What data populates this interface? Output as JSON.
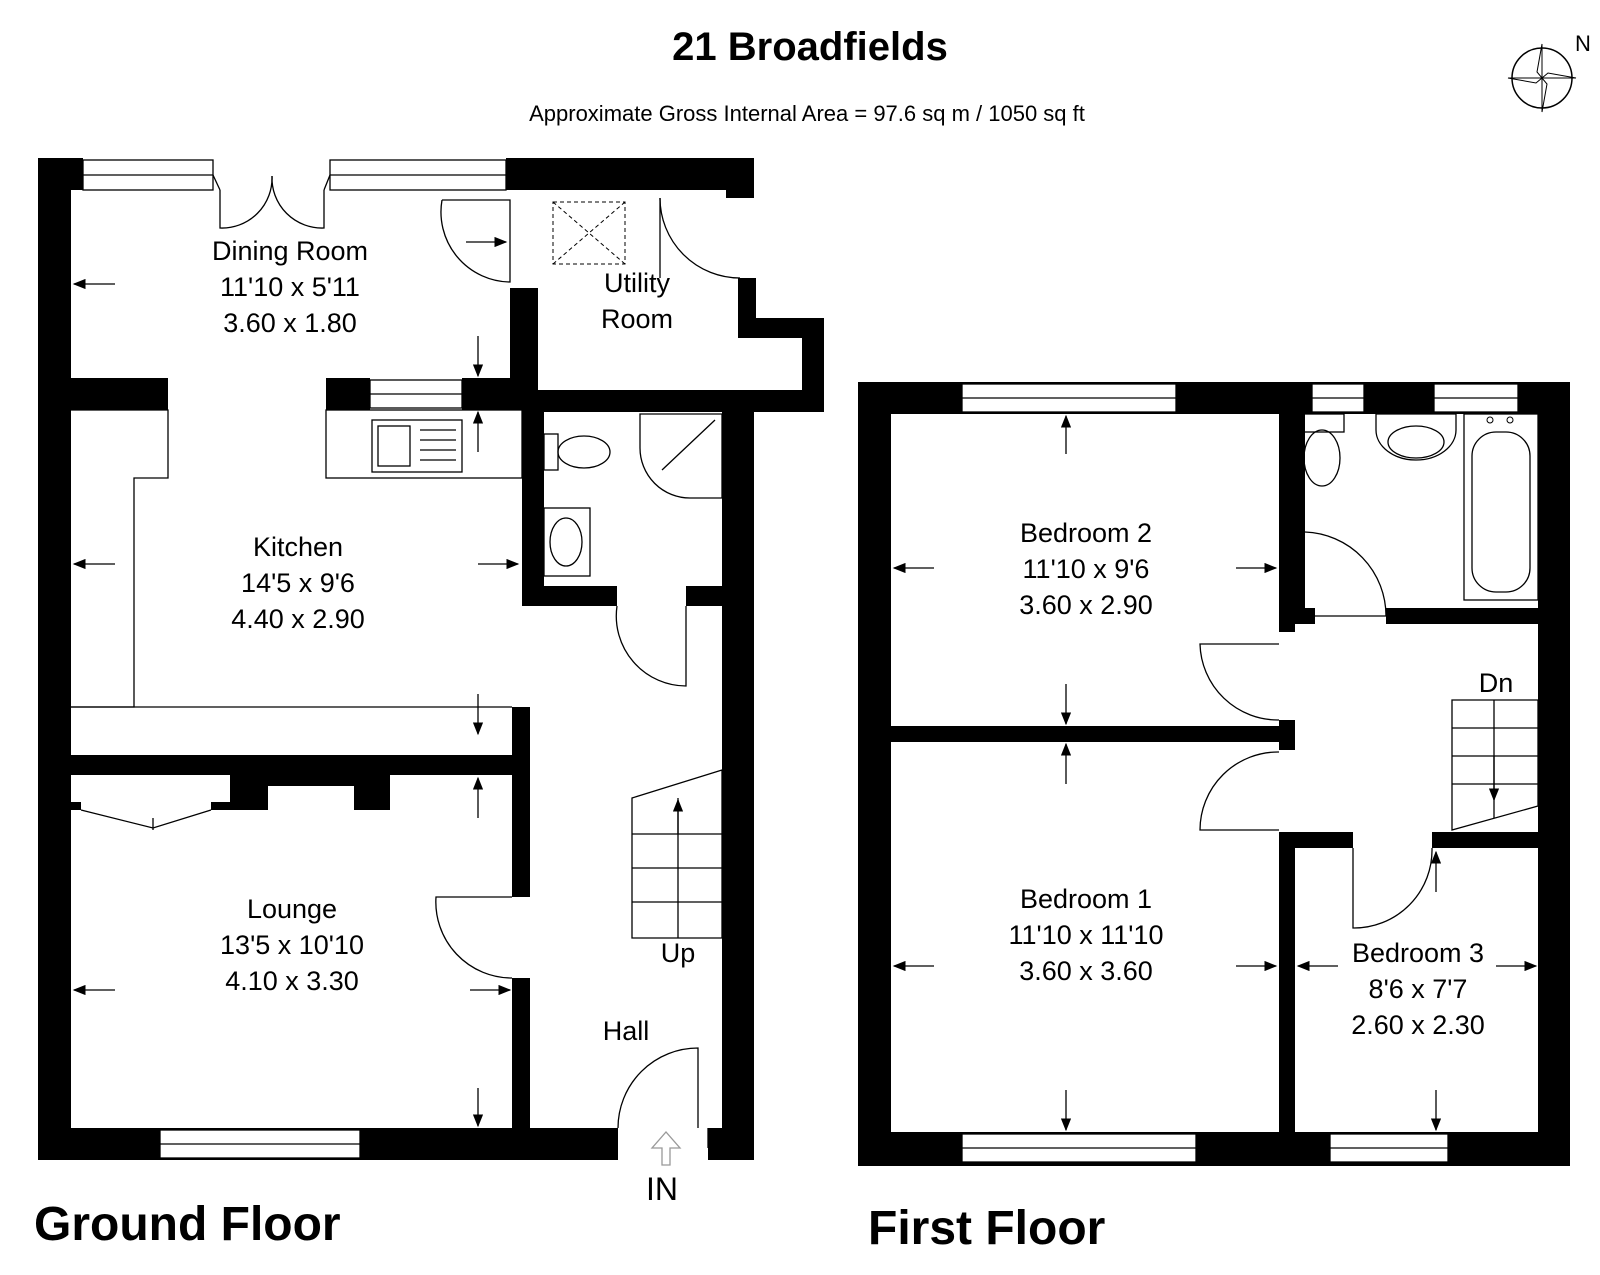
{
  "header": {
    "title": "21 Broadfields",
    "subtitle": "Approximate Gross Internal Area = 97.6 sq m / 1050 sq ft",
    "compass_label": "N"
  },
  "ground_floor": {
    "label": "Ground Floor",
    "rooms": {
      "dining": {
        "name": "Dining Room",
        "imperial": "11'10 x 5'11",
        "metric": "3.60 x 1.80"
      },
      "utility": {
        "name_line1": "Utility",
        "name_line2": "Room"
      },
      "kitchen": {
        "name": "Kitchen",
        "imperial": "14'5 x 9'6",
        "metric": "4.40 x 2.90"
      },
      "lounge": {
        "name": "Lounge",
        "imperial": "13'5 x 10'10",
        "metric": "4.10 x 3.30"
      },
      "hall": {
        "name": "Hall"
      }
    },
    "stairs_label": "Up",
    "entrance_label": "IN"
  },
  "first_floor": {
    "label": "First Floor",
    "rooms": {
      "bedroom2": {
        "name": "Bedroom 2",
        "imperial": "11'10 x 9'6",
        "metric": "3.60 x 2.90"
      },
      "bedroom1": {
        "name": "Bedroom 1",
        "imperial": "11'10 x 11'10",
        "metric": "3.60 x 3.60"
      },
      "bedroom3": {
        "name": "Bedroom 3",
        "imperial": "8'6 x 7'7",
        "metric": "2.60 x 2.30"
      }
    },
    "stairs_label": "Dn"
  }
}
